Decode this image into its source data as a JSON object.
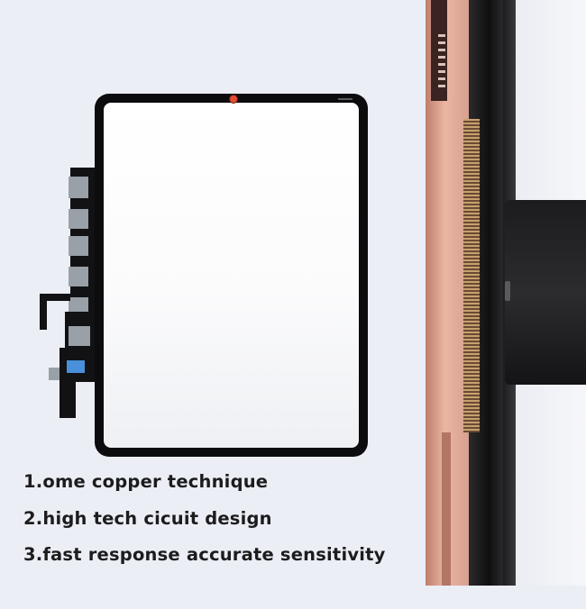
{
  "product": {
    "name_icon": "tablet-digitizer-illustration",
    "closeup_icon": "copper-flex-connector-closeup"
  },
  "features": [
    "1.ome copper technique",
    "2.high tech cicuit design",
    "3.fast response accurate sensitivity"
  ],
  "colors": {
    "background": "#eceef5",
    "bezel": "#0c0c0e",
    "copper": "#d99f8e",
    "text": "#1c1c1e"
  }
}
